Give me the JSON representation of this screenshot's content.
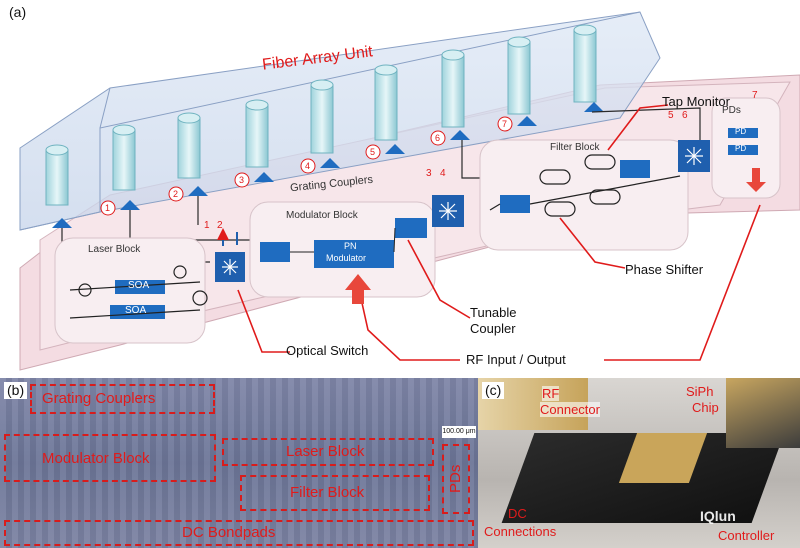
{
  "panel_a": {
    "label": "(a)",
    "title": "Fiber Array Unit",
    "grating_couplers": "Grating Couplers",
    "laser_block": "Laser Block",
    "soa": "SOA",
    "modulator_block": "Modulator Block",
    "pn_modulator": [
      "PN",
      "Modulator"
    ],
    "filter_block": "Filter Block",
    "pds": "PDs",
    "pd": "PD",
    "port_numbers": [
      "1",
      "2",
      "3",
      "4",
      "5",
      "6",
      "7"
    ],
    "callouts": {
      "tap_monitor": "Tap Monitor",
      "phase_shifter": "Phase Shifter",
      "tunable_coupler": [
        "Tunable",
        "Coupler"
      ],
      "optical_switch": "Optical Switch",
      "rf_io": "RF Input / Output"
    }
  },
  "panel_b": {
    "label": "(b)",
    "scale_bar": "100.00 μm",
    "regions": {
      "grating_couplers": "Grating Couplers",
      "modulator_block": "Modulator Block",
      "laser_block": "Laser Block",
      "filter_block": "Filter Block",
      "pds": "PDs",
      "dc_bondpads": "DC Bondpads"
    }
  },
  "panel_c": {
    "label": "(c)",
    "rf_connector": [
      "RF",
      "Connector"
    ],
    "siph_chip": [
      "SiPh",
      "Chip"
    ],
    "dc_connections": [
      "DC",
      "Connections"
    ],
    "controller": "Controller",
    "watermark": "IQlun"
  },
  "colors": {
    "callout_red": "#e01b1b",
    "block_blue": "#1f6cc0",
    "switch_blue": "#1f5fae",
    "chip_pink": "#f2d9df"
  }
}
